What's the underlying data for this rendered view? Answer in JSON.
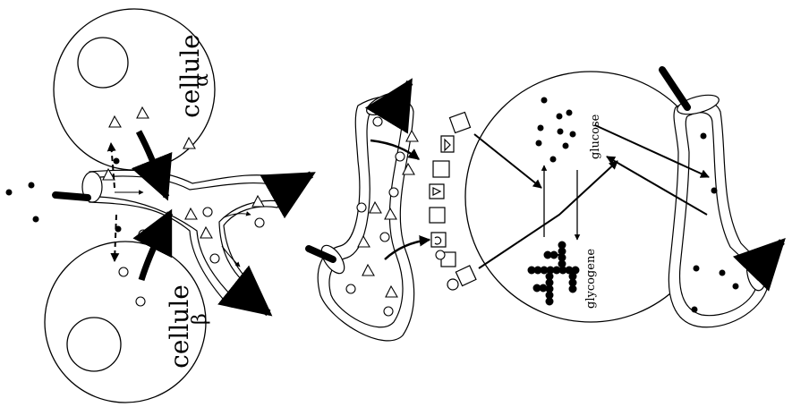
{
  "labels": {
    "cell_alpha": "cellule",
    "cell_alpha_symbol": "α",
    "cell_beta": "cellule",
    "cell_beta_symbol": "β",
    "glucose": "glucose",
    "glycogen": "glycogene"
  },
  "colors": {
    "stroke": "#000000",
    "background": "#ffffff"
  },
  "icons": [
    "filled-dot",
    "open-circle",
    "open-triangle",
    "receptor-square",
    "bold-arrow",
    "thin-arrow"
  ]
}
